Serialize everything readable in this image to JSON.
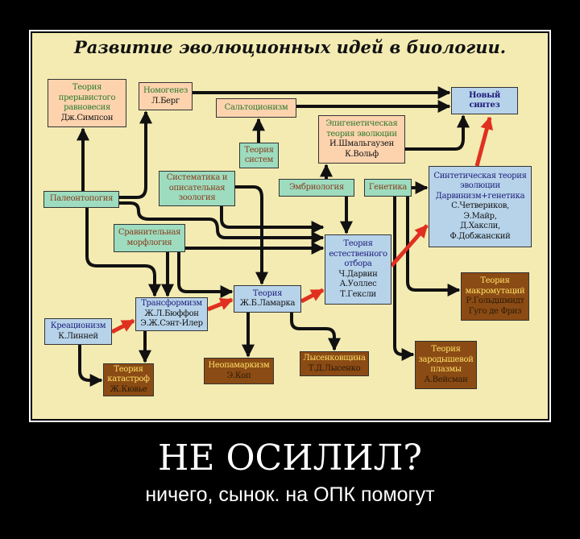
{
  "title": "Развитие эволюционных идей в биологии.",
  "boxes": {
    "simpson": {
      "l1": "Теория",
      "l2": "прерывистого",
      "l3": "равновесия",
      "a": "Дж.Симпсон"
    },
    "nomogenez": {
      "l1": "Номогенез",
      "a": "Л.Берг"
    },
    "saltation": {
      "l1": "Сальтоционизм"
    },
    "new_synthesis": {
      "l1": "Новый",
      "l2": "синтез"
    },
    "systems": {
      "l1": "Теория",
      "l2": "систем"
    },
    "epigenetic": {
      "l1": "Эпигенетическая",
      "l2": "теория эволюции",
      "a1": "И.Шмальгаузен",
      "a2": "К.Вольф"
    },
    "systematics": {
      "l1": "Систематика и",
      "l2": "описательная",
      "l3": "зоология"
    },
    "embryology": {
      "l1": "Эмбриология"
    },
    "genetics": {
      "l1": "Генетика"
    },
    "synthetic": {
      "l1": "Синтетическая теория",
      "l2": "эволюции",
      "l3": "Дарвинизм+генетика",
      "a1": "С.Четвериков,",
      "a2": "Э.Майр,",
      "a3": "Д.Хаксли,",
      "a4": "Ф.Добжанский"
    },
    "paleontology": {
      "l1": "Палеонтопогия"
    },
    "morphology": {
      "l1": "Сравнительная",
      "l2": "морфлогия"
    },
    "natural_selection": {
      "l1": "Теория",
      "l2": "естественного",
      "l3": "отбора",
      "a1": "Ч.Дарвин",
      "a2": "А.Уоллес",
      "a3": "Т.Гексли"
    },
    "lamarck": {
      "l1": "Теория",
      "l2": "Ж.Б.Ламарка"
    },
    "transformism": {
      "l1": "Трансформизм",
      "a1": "Ж.Л.Бюффон",
      "a2": "Э.Ж.Сэнт-Илер"
    },
    "creationism": {
      "l1": "Креационизм",
      "a": "К.Линней"
    },
    "macromutation": {
      "l1": "Теория",
      "l2": "макромутаций",
      "a1": "Р.Гольдшмидт",
      "a2": "Гуго де Фриз"
    },
    "neolamarck": {
      "l1": "Неопамаркизм",
      "a": "Э.Коп"
    },
    "lysenko": {
      "l1": "Лысенковщина",
      "a": "Т.Д.Лысенко"
    },
    "germplasm": {
      "l1": "Теория",
      "l2": "зародышевой",
      "l3": "плазмы",
      "a": "А.Вейсман"
    },
    "catastrophe": {
      "l1": "Теория",
      "l2": "катастроф",
      "a": "Ж.Кювье"
    }
  },
  "colors": {
    "background": "#f3ebb2",
    "arrow": "#111111",
    "red_arrow": "#e03020"
  },
  "headline": "НЕ ОСИЛИЛ?",
  "subline": "ничего, сынок. на ОПК помогут"
}
